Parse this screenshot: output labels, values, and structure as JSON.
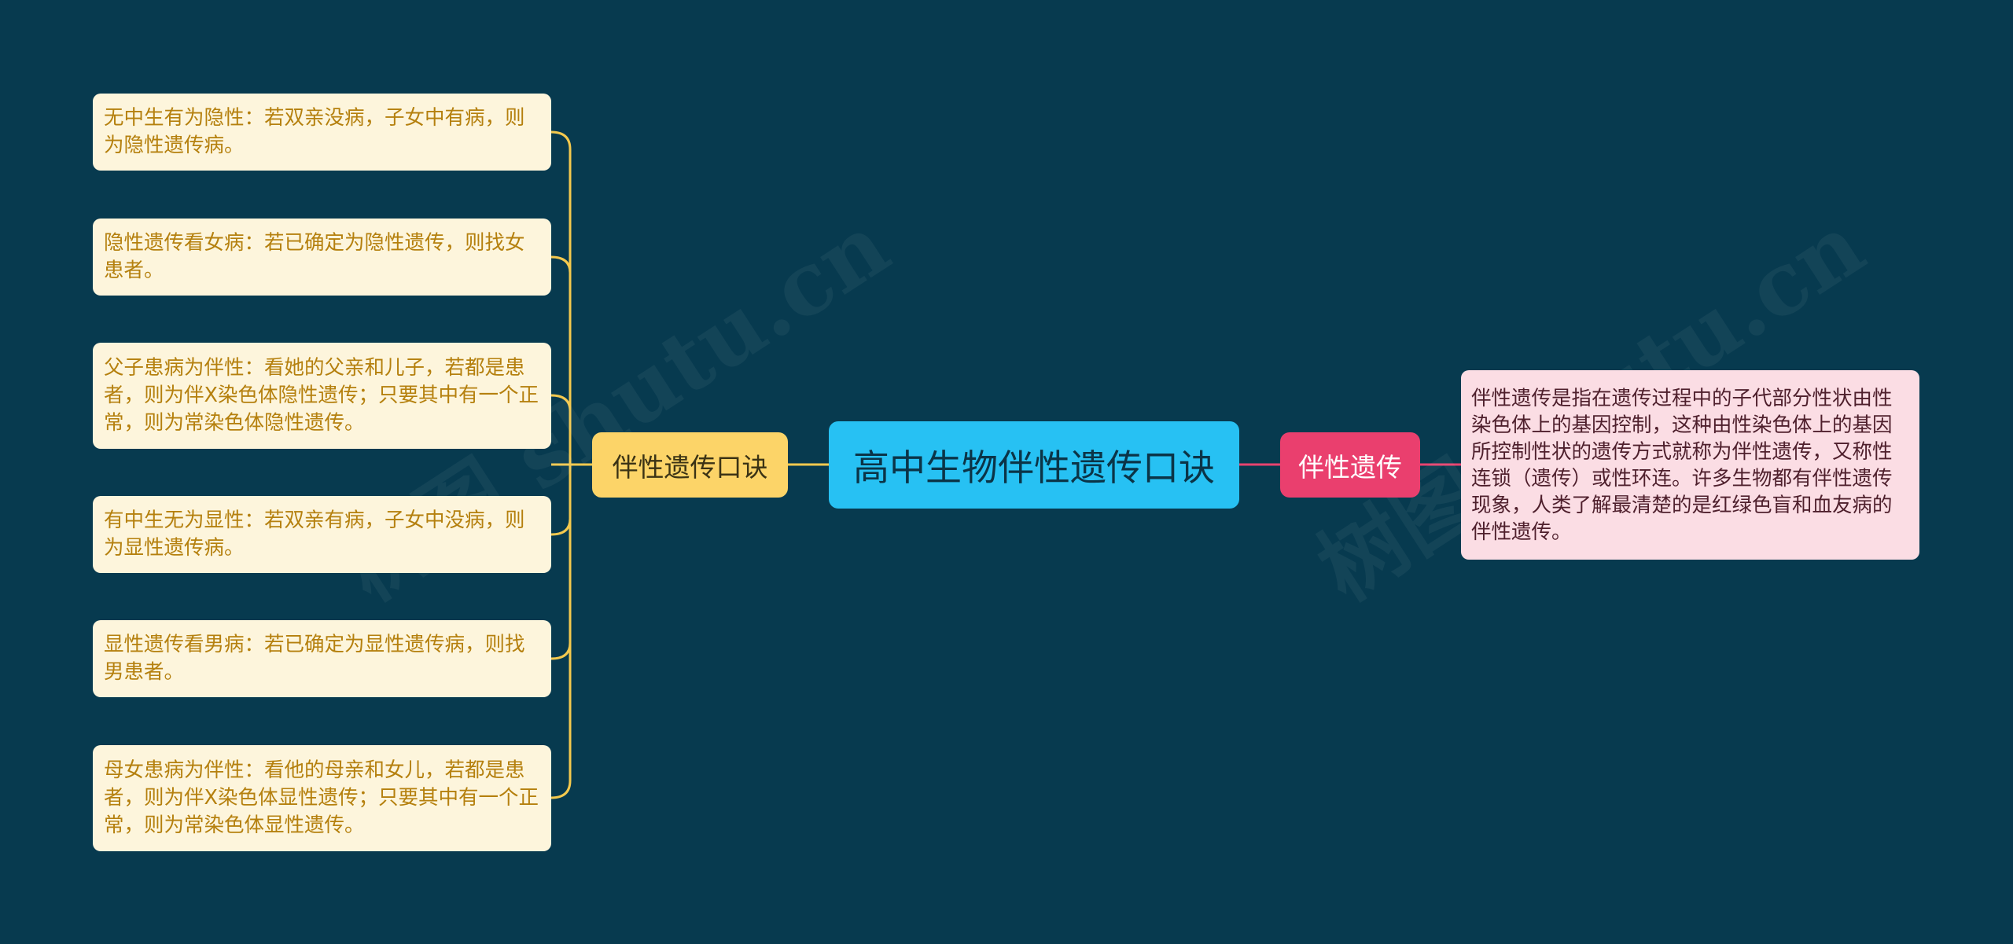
{
  "mindmap": {
    "root": "高中生物伴性遗传口诀",
    "left_branch": {
      "label": "伴性遗传口诀",
      "items": [
        "无中生有为隐性：若双亲没病，子女中有病，则为隐性遗传病。",
        "隐性遗传看女病：若已确定为隐性遗传，则找女患者。",
        "父子患病为伴性：看她的父亲和儿子，若都是患者，则为伴X染色体隐性遗传；只要其中有一个正常，则为常染色体隐性遗传。",
        "有中生无为显性：若双亲有病，子女中没病，则为显性遗传病。",
        "显性遗传看男病：若已确定为显性遗传病，则找男患者。",
        "母女患病为伴性：看他的母亲和女儿，若都是患者，则为伴X染色体显性遗传；只要其中有一个正常，则为常染色体显性遗传。"
      ]
    },
    "right_branch": {
      "label": "伴性遗传",
      "description": "伴性遗传是指在遗传过程中的子代部分性状由性染色体上的基因控制，这种由性染色体上的基因所控制性状的遗传方式就称为伴性遗传，又称性连锁（遗传）或性环连。许多生物都有伴性遗传现象，人类了解最清楚的是红绿色盲和血友病的伴性遗传。"
    }
  },
  "watermark": "树图 shutu.cn",
  "colors": {
    "background": "#073a4f",
    "root": "#27c1f3",
    "left_branch": "#fcd468",
    "left_connector": "#f4c94e",
    "leaf": "#fdf5dc",
    "leaf_text": "#b5800e",
    "right_branch": "#ea3f6e",
    "right_connector": "#e8436f",
    "desc": "#fbdde4"
  }
}
